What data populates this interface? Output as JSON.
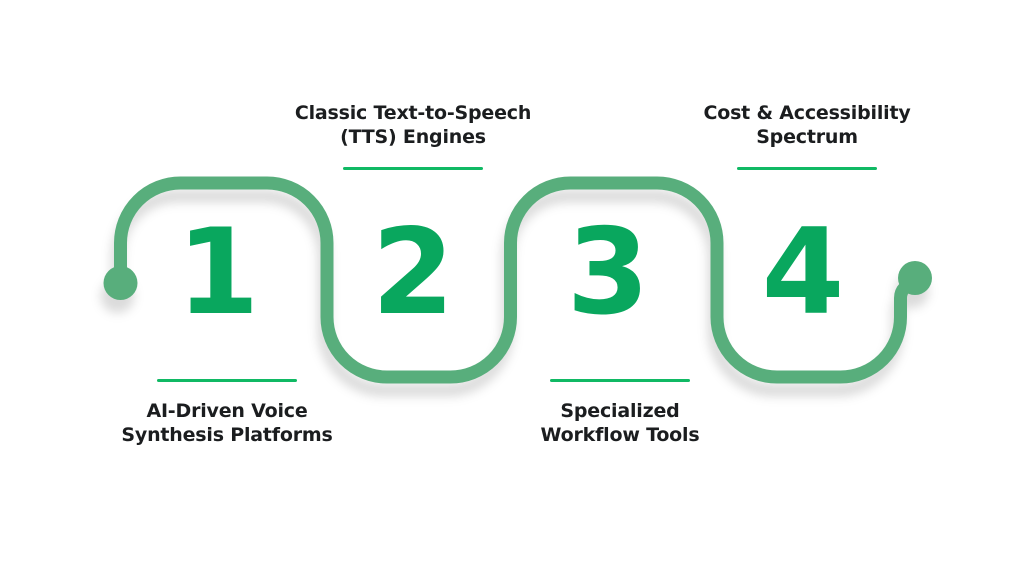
{
  "colors": {
    "background": "#ffffff",
    "line": "#58ae7c",
    "dot": "#58ae7c",
    "number": "#09a75e",
    "rule": "#10b964",
    "text": "#1b1d1f"
  },
  "steps": [
    {
      "number": "1",
      "label_line1": "AI-Driven Voice",
      "label_line2": "Synthesis Platforms",
      "label_position": "below"
    },
    {
      "number": "2",
      "label_line1": "Classic Text-to-Speech",
      "label_line2": "(TTS) Engines",
      "label_position": "above"
    },
    {
      "number": "3",
      "label_line1": "Specialized",
      "label_line2": "Workflow Tools",
      "label_position": "below"
    },
    {
      "number": "4",
      "label_line1": "Cost & Accessibility",
      "label_line2": "Spectrum",
      "label_position": "above"
    }
  ]
}
